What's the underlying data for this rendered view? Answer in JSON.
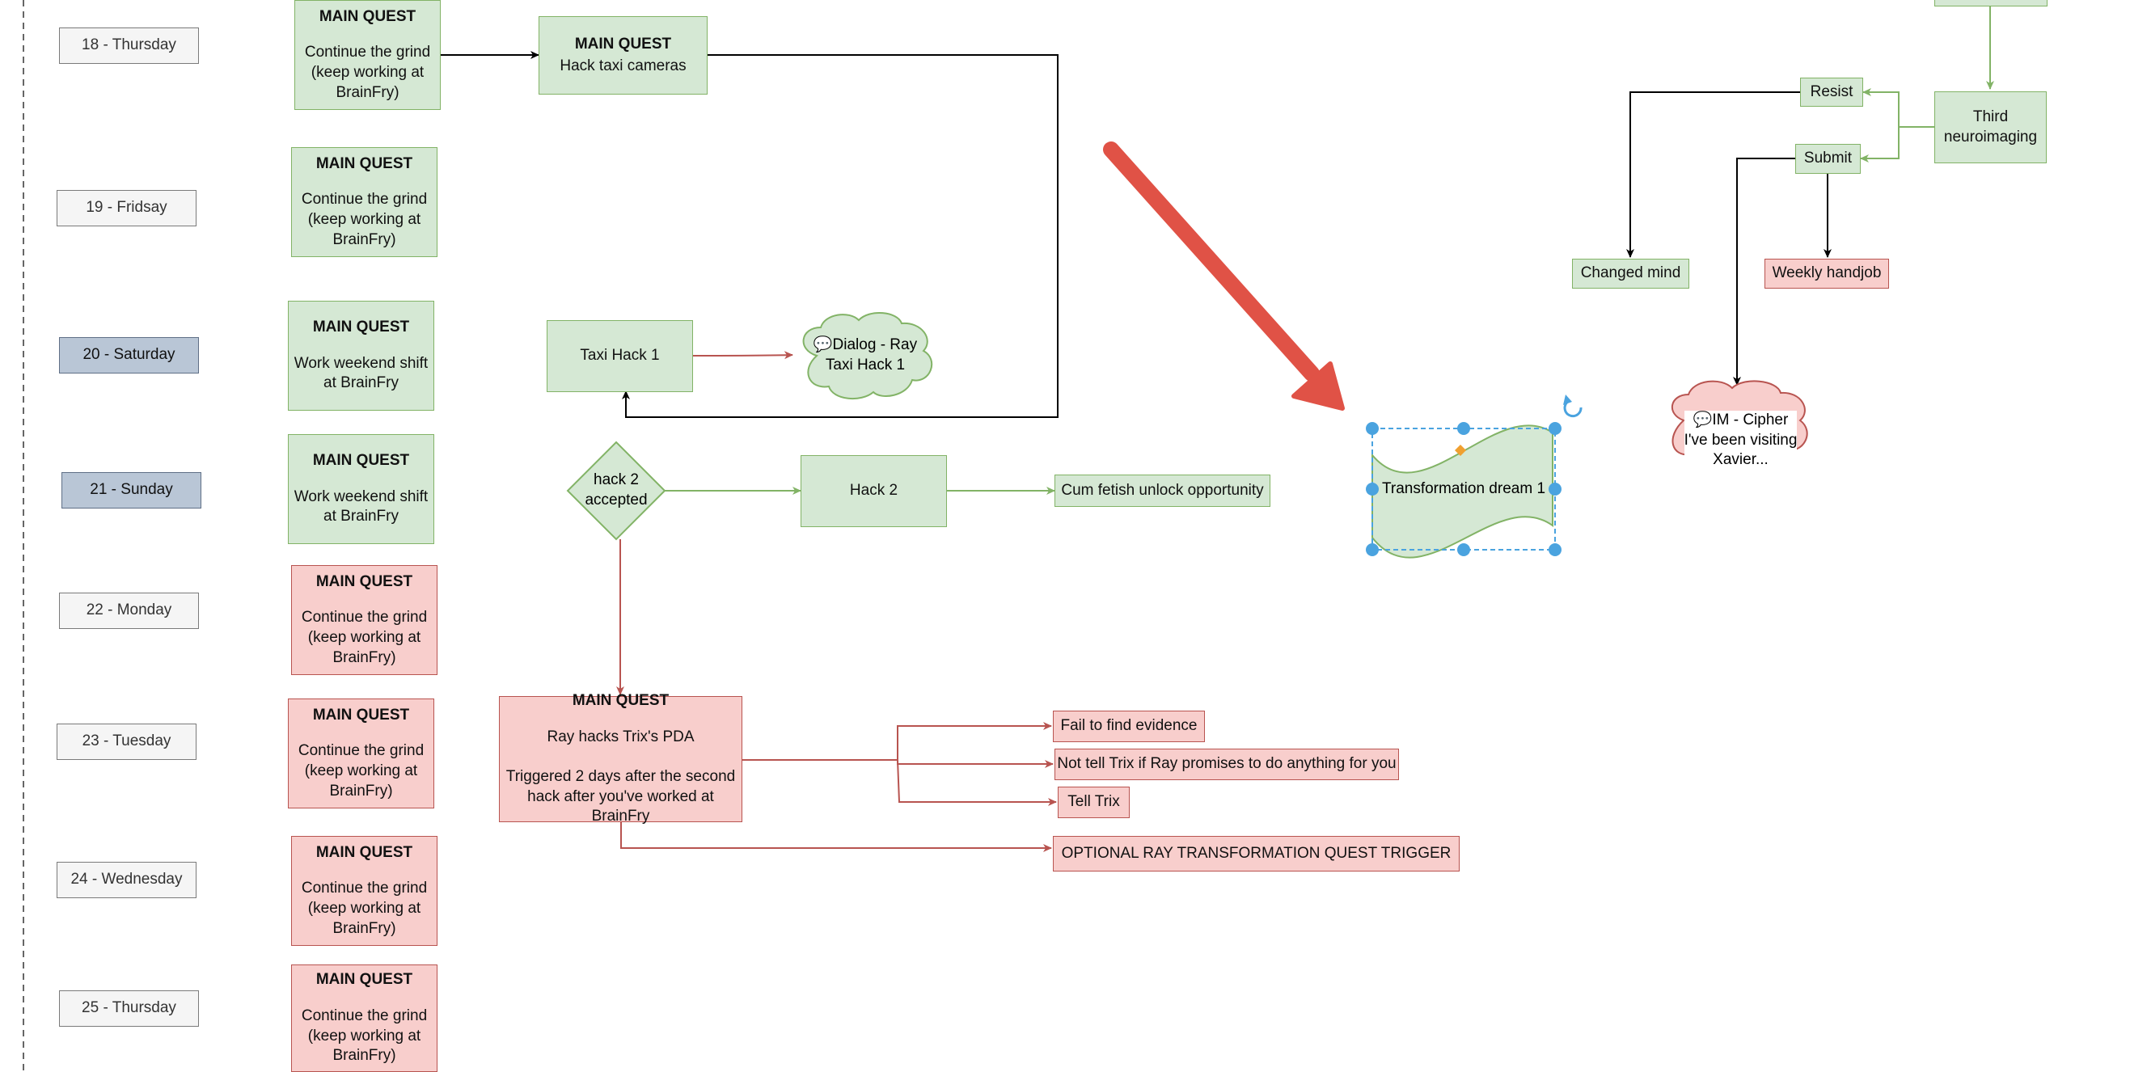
{
  "days": [
    {
      "label": "18 - Thursday"
    },
    {
      "label": "19 - Fridsay"
    },
    {
      "label": "20 - Saturday"
    },
    {
      "label": "21 - Sunday"
    },
    {
      "label": "22 - Monday"
    },
    {
      "label": "23 - Tuesday"
    },
    {
      "label": "24 - Wednesday"
    },
    {
      "label": "25 - Thursday"
    }
  ],
  "quests": [
    {
      "title": "MAIN QUEST",
      "body": "Continue the grind\n(keep working at\nBrainFry)"
    },
    {
      "title": "MAIN QUEST",
      "body": "Continue the grind\n(keep working at\nBrainFry)"
    },
    {
      "title": "MAIN QUEST",
      "body": "Work weekend shift\nat BrainFry"
    },
    {
      "title": "MAIN QUEST",
      "body": "Work weekend shift\nat BrainFry"
    },
    {
      "title": "MAIN QUEST",
      "body": "Continue the grind\n(keep working at\nBrainFry)"
    },
    {
      "title": "MAIN QUEST",
      "body": "Continue the grind\n(keep working at\nBrainFry)"
    },
    {
      "title": "MAIN QUEST",
      "body": "Continue the grind\n(keep working at\nBrainFry)"
    },
    {
      "title": "MAIN QUEST",
      "body": "Continue the grind\n(keep working at\nBrainFry)"
    }
  ],
  "nodes": {
    "hack_taxi": {
      "title": "MAIN QUEST",
      "body": "Hack taxi cameras"
    },
    "taxi_hack_1": "Taxi Hack 1",
    "dialog_ray": "💬Dialog - Ray\nTaxi Hack 1",
    "hack2_accepted": "hack 2\naccepted",
    "hack_2": "Hack 2",
    "cum_fetish": "Cum fetish unlock opportunity",
    "ray_pda": {
      "title": "MAIN QUEST",
      "body": "Ray hacks Trix's PDA\n\nTriggered 2 days after the second\nhack after you've worked at BrainFry"
    },
    "fail_evidence": "Fail to find evidence",
    "not_tell_trix": "Not tell Trix if Ray promises to do anything for you",
    "tell_trix": "Tell Trix",
    "optional_ray": "OPTIONAL RAY TRANSFORMATION QUEST TRIGGER",
    "transformation_dream": "Transformation dream 1",
    "resist": "Resist",
    "submit": "Submit",
    "third_neuro": "Third\nneuroimaging",
    "changed_mind": "Changed mind",
    "weekly_handjob": "Weekly handjob",
    "im_cipher": "💬IM - Cipher\nI've been visiting\nXavier..."
  },
  "colors": {
    "green_fill": "#d5e8d4",
    "green_stroke": "#82b366",
    "red_fill": "#f8cecc",
    "red_stroke": "#b85450",
    "weekend_fill": "#b9c6d6",
    "selection": "#4aa3df",
    "annotation_arrow": "#e05246",
    "edge_dark": "#000000"
  }
}
